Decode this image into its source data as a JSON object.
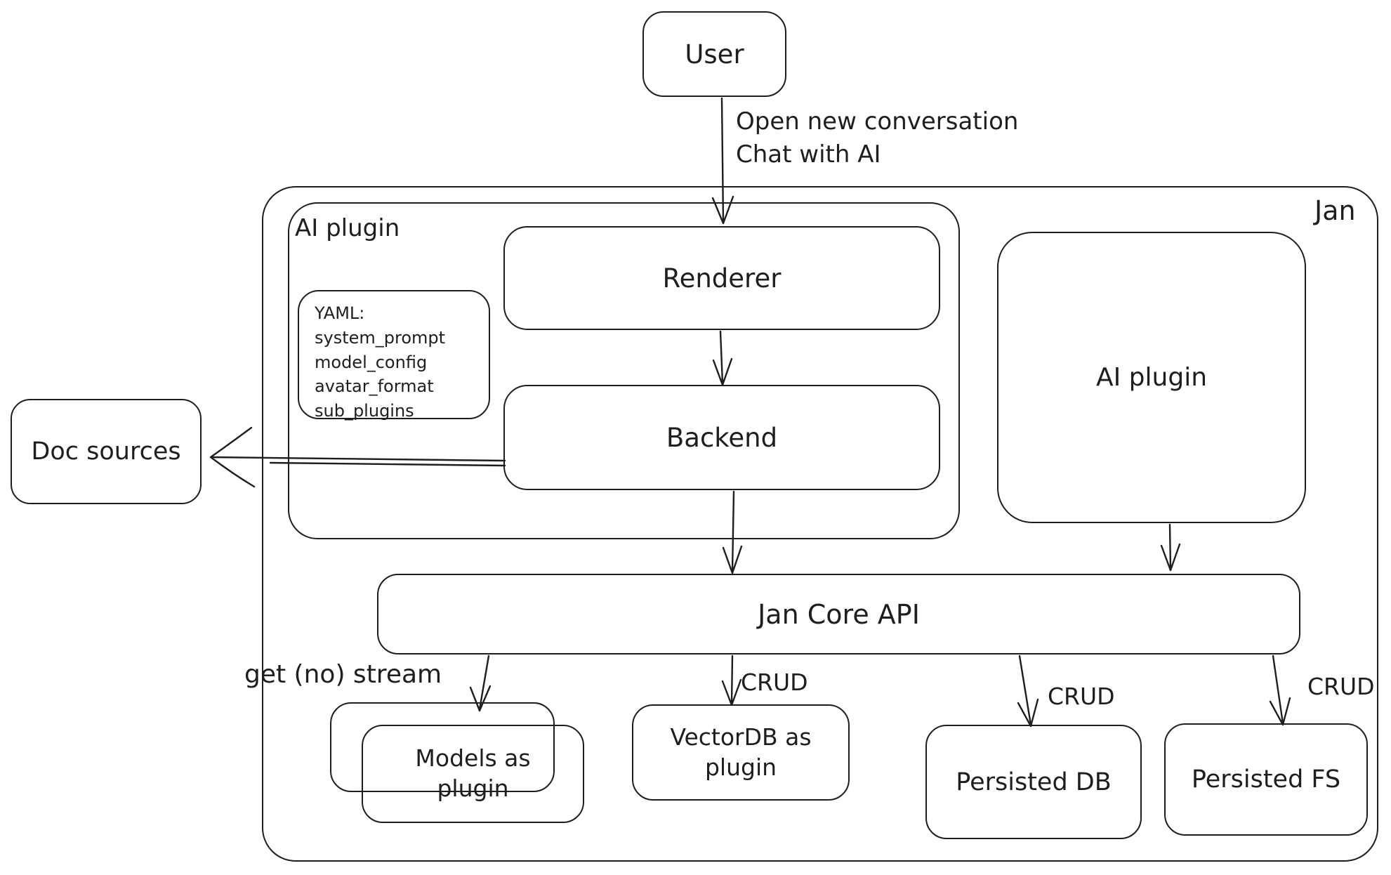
{
  "diagram": {
    "system_name": "Jan",
    "nodes": {
      "user": {
        "label": "User"
      },
      "jan": {
        "label": "Jan"
      },
      "ai_plugin_container": {
        "label": "AI plugin"
      },
      "renderer": {
        "label": "Renderer"
      },
      "backend": {
        "label": "Backend"
      },
      "yaml_note": {
        "lines": [
          "YAML:",
          "system_prompt",
          "model_config",
          "avatar_format",
          "sub_plugins"
        ]
      },
      "doc_sources": {
        "label": "Doc sources"
      },
      "ai_plugin_right": {
        "label": "AI plugin"
      },
      "jan_core_api": {
        "label": "Jan Core API"
      },
      "models_as_plugin": {
        "label": "Models as plugin"
      },
      "vectordb_as_plugin": {
        "label": "VectorDB as plugin"
      },
      "persisted_db": {
        "label": "Persisted DB"
      },
      "persisted_fs": {
        "label": "Persisted FS"
      }
    },
    "edge_labels": {
      "user_to_renderer": "Open new conversation\nChat with AI",
      "get_no_stream": "get (no) stream",
      "crud_vectordb": "CRUD",
      "crud_persisted_db": "CRUD",
      "crud_persisted_fs": "CRUD"
    },
    "edges": [
      {
        "from": "User",
        "to": "Renderer",
        "label": "Open new conversation / Chat with AI"
      },
      {
        "from": "Renderer",
        "to": "Backend",
        "label": ""
      },
      {
        "from": "Backend",
        "to": "Doc sources",
        "label": ""
      },
      {
        "from": "Backend",
        "to": "Jan Core API",
        "label": ""
      },
      {
        "from": "AI plugin",
        "to": "Jan Core API",
        "label": ""
      },
      {
        "from": "Jan Core API",
        "to": "Models as plugin",
        "label": "get (no) stream"
      },
      {
        "from": "Jan Core API",
        "to": "VectorDB as plugin",
        "label": "CRUD"
      },
      {
        "from": "Jan Core API",
        "to": "Persisted DB",
        "label": "CRUD"
      },
      {
        "from": "Jan Core API",
        "to": "Persisted FS",
        "label": "CRUD"
      }
    ],
    "colors": {
      "stroke": "#1e1e1e",
      "background": "#ffffff"
    }
  }
}
